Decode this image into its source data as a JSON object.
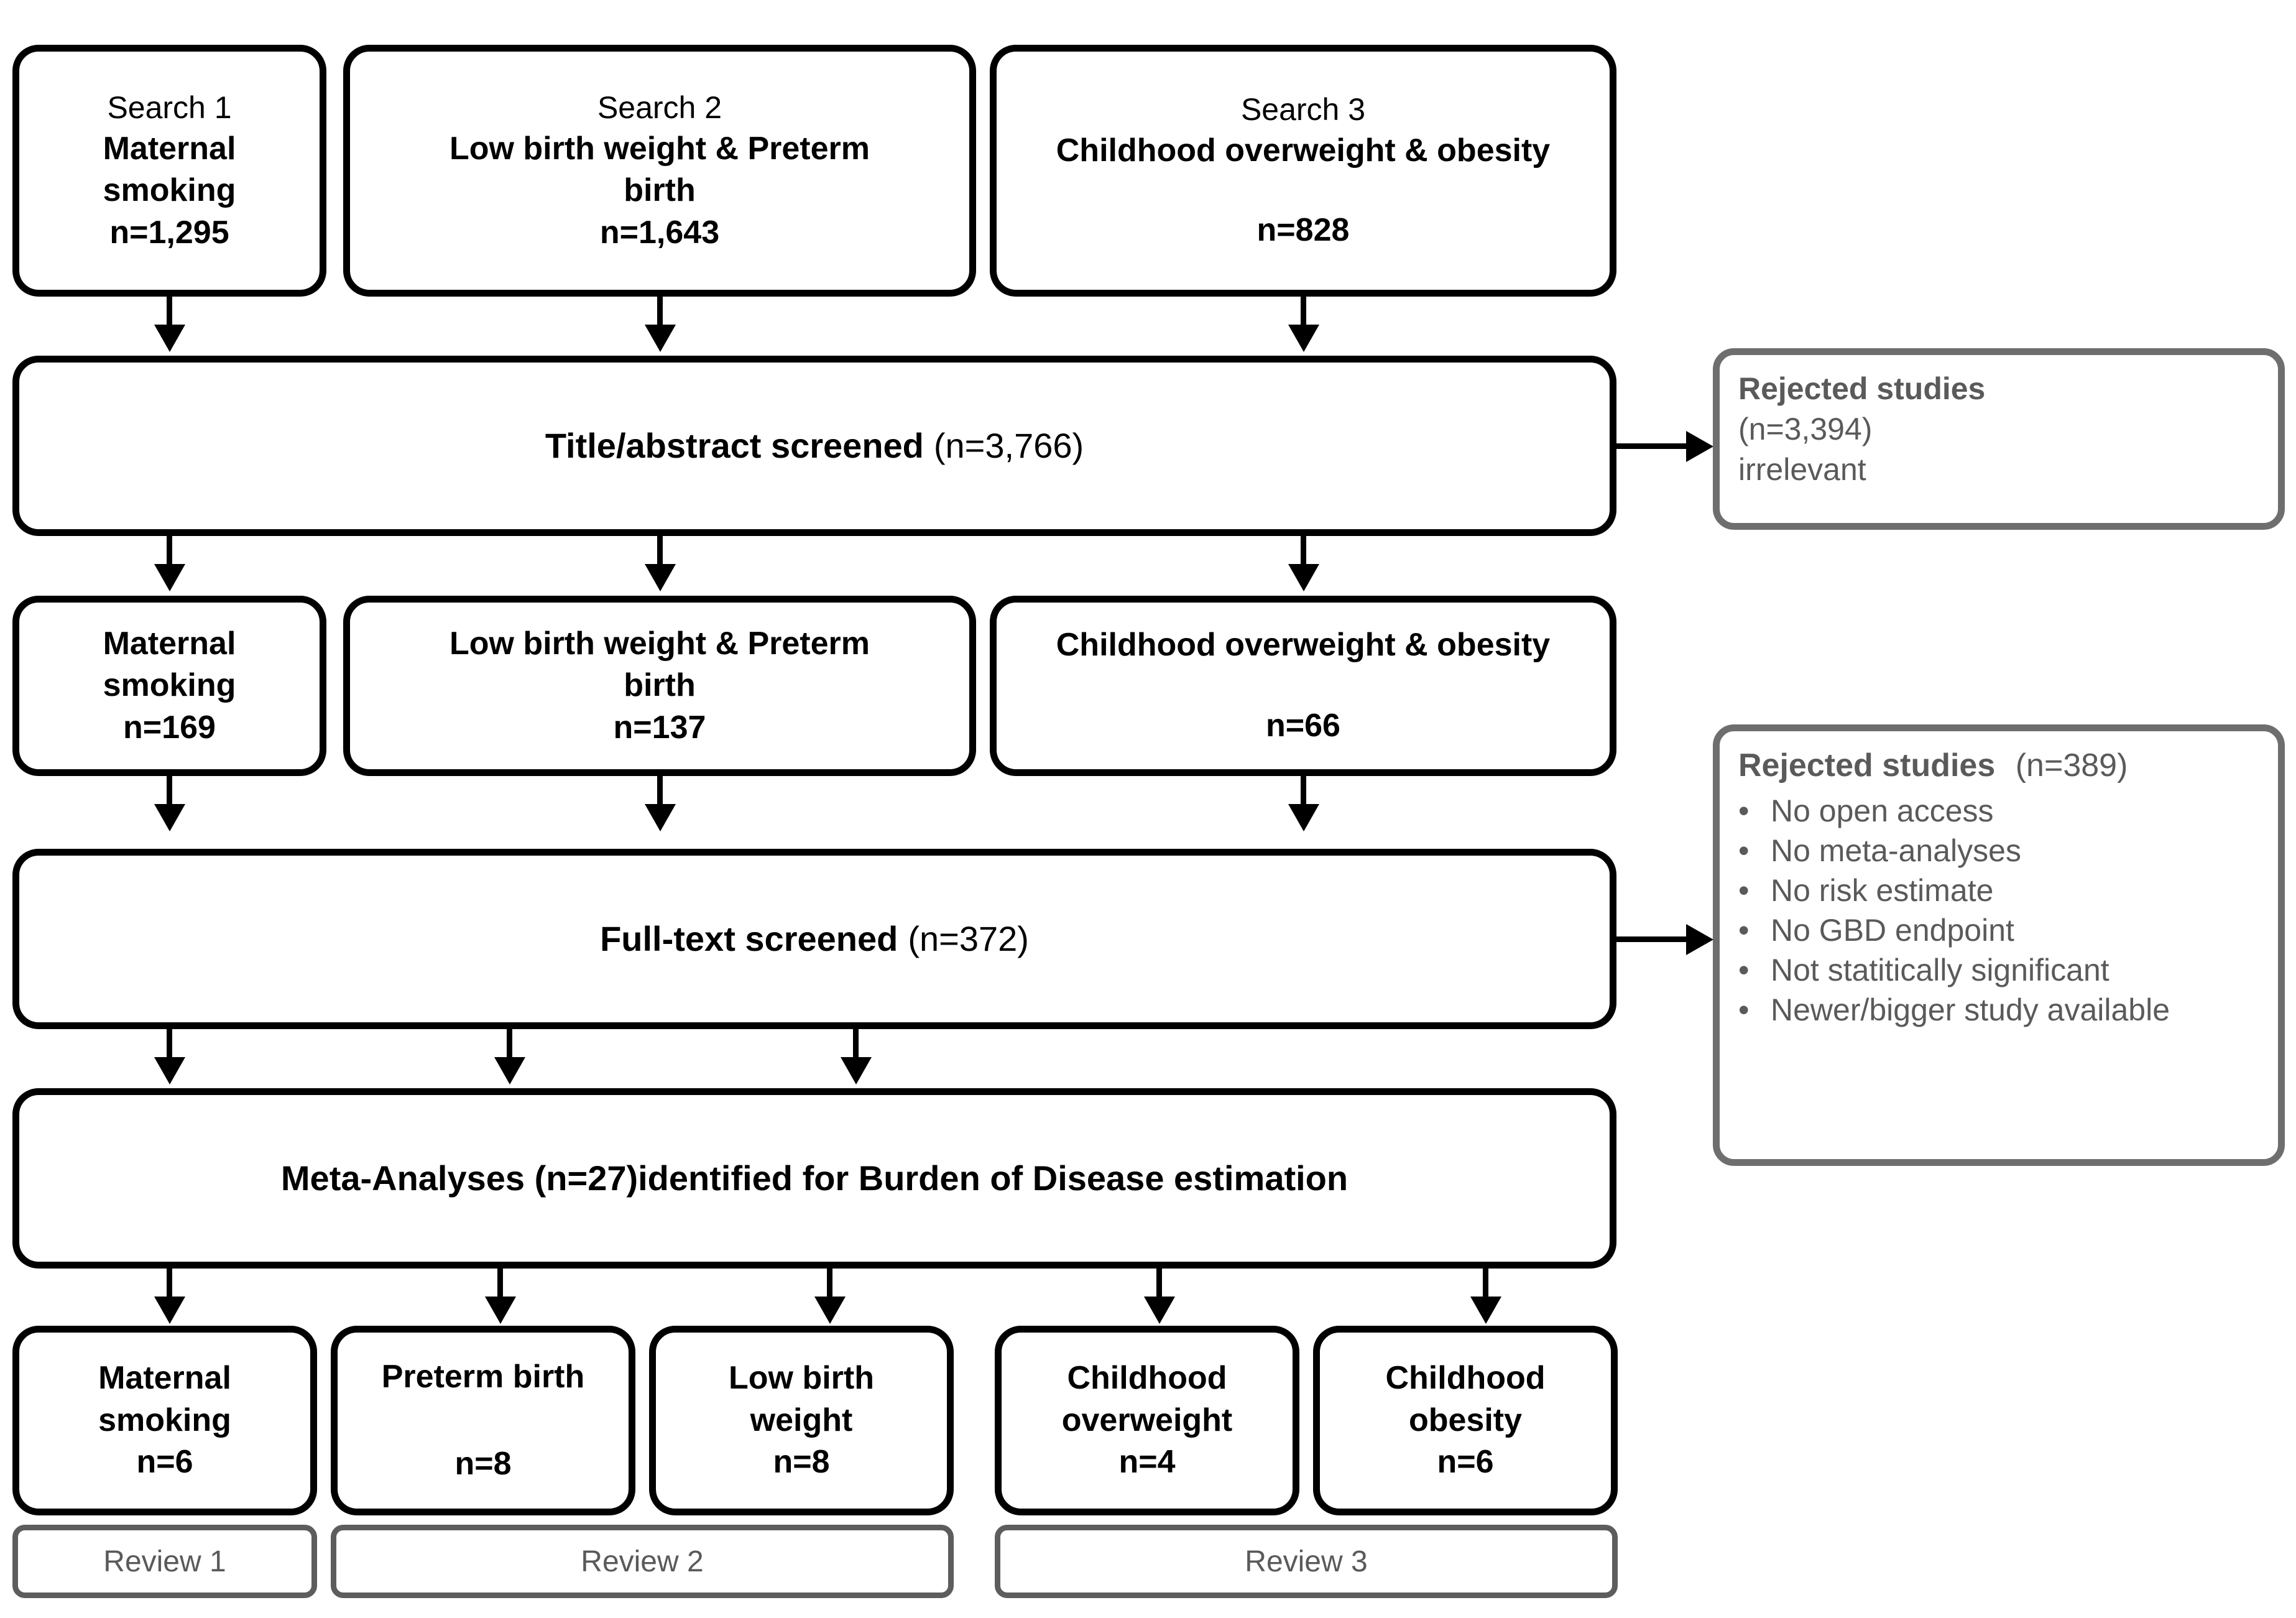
{
  "diagram": {
    "title": "Systematic literature search flow diagram",
    "colors": {
      "flow_stroke": "#000000",
      "grey_stroke": "#6e6e6e",
      "grey_text": "#5a5a5a",
      "background": "#ffffff"
    }
  },
  "row_searches": [
    {
      "id": "search-1",
      "line1": "Search 1",
      "line2": "Maternal",
      "line3": "smoking",
      "count": "n=1,295"
    },
    {
      "id": "search-2",
      "line1": "Search 2",
      "line2": "Low birth weight  & Preterm",
      "line3": "birth",
      "count": "n=1,643"
    },
    {
      "id": "search-3",
      "line1": "Search 3",
      "line2": "Childhood overweight & obesity",
      "line3": "",
      "count": "n=828"
    }
  ],
  "title_abstract": {
    "label": "Title/abstract screened",
    "count": "(n=3,766)"
  },
  "rejected_1": {
    "heading": "Rejected studies",
    "count": "(n=3,394)",
    "reason": "irrelevant"
  },
  "row_topics": [
    {
      "id": "topic-maternal-smoking",
      "line1": "Maternal",
      "line2": "smoking",
      "count": "n=169"
    },
    {
      "id": "topic-lbw-preterm",
      "line1": "Low birth weight & Preterm",
      "line2": "birth",
      "count": "n=137"
    },
    {
      "id": "topic-childhood-ow-ob",
      "line1": "Childhood overweight & obesity",
      "line2": "",
      "count": "n=66"
    }
  ],
  "full_text": {
    "label": "Full-text screened",
    "count": "(n=372)"
  },
  "rejected_2": {
    "heading": "Rejected studies",
    "count": "(n=389)",
    "bullet_glyph": "•",
    "items": [
      "No open access",
      "No meta-analyses",
      "No risk estimate",
      "No GBD endpoint",
      "Not statitically significant",
      "Newer/bigger study available"
    ]
  },
  "meta_analyses": {
    "bold_prefix": "Meta-Analyses (n=27)",
    "rest": " identified for Burden of Disease estimation"
  },
  "row_outcomes": [
    {
      "id": "outcome-maternal-smoking",
      "line1": "Maternal",
      "line2": "smoking",
      "count": "n=6"
    },
    {
      "id": "outcome-preterm-birth",
      "line1": "Preterm birth",
      "line2": "",
      "count": "n=8"
    },
    {
      "id": "outcome-low-birth-weight",
      "line1": "Low birth",
      "line2": "weight",
      "count": "n=8"
    },
    {
      "id": "outcome-childhood-overweight",
      "line1": "Childhood",
      "line2": "overweight",
      "count": "n=4"
    },
    {
      "id": "outcome-childhood-obesity",
      "line1": "Childhood",
      "line2": "obesity",
      "count": "n=6"
    }
  ],
  "reviews": [
    {
      "id": "review-1",
      "label": "Review 1"
    },
    {
      "id": "review-2",
      "label": "Review 2"
    },
    {
      "id": "review-3",
      "label": "Review 3"
    }
  ]
}
